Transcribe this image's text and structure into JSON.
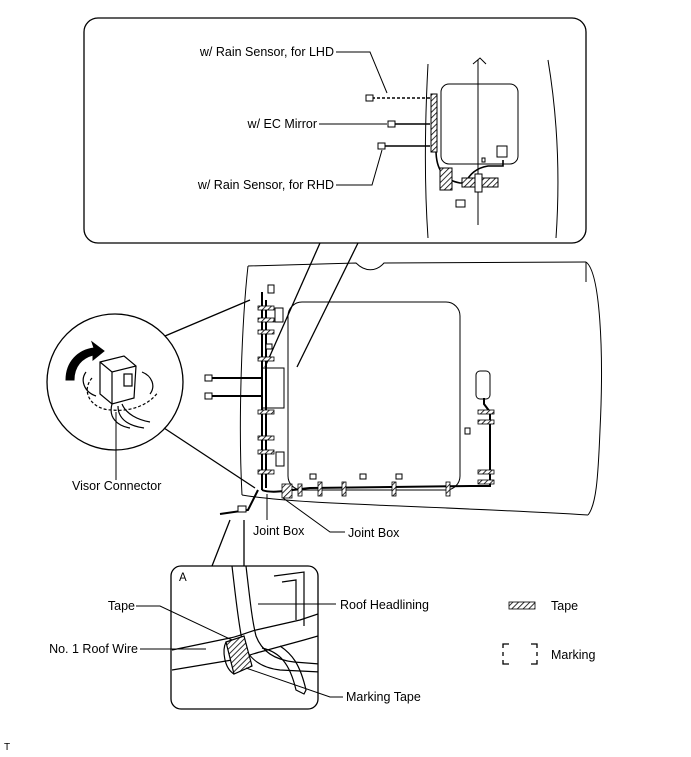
{
  "labels": {
    "rain_sensor_lhd": "w/ Rain Sensor, for LHD",
    "ec_mirror": "w/ EC Mirror",
    "rain_sensor_rhd": "w/ Rain Sensor, for RHD",
    "visor_connector": "Visor Connector",
    "joint_box_left": "Joint Box",
    "joint_box_right": "Joint Box",
    "detail_a": "A",
    "tape_callout": "Tape",
    "roof_headlining": "Roof Headlining",
    "no1_roof_wire": "No. 1 Roof Wire",
    "marking_tape": "Marking Tape"
  },
  "legend": {
    "tape": "Tape",
    "marking": "Marking"
  },
  "doc_id": "T"
}
